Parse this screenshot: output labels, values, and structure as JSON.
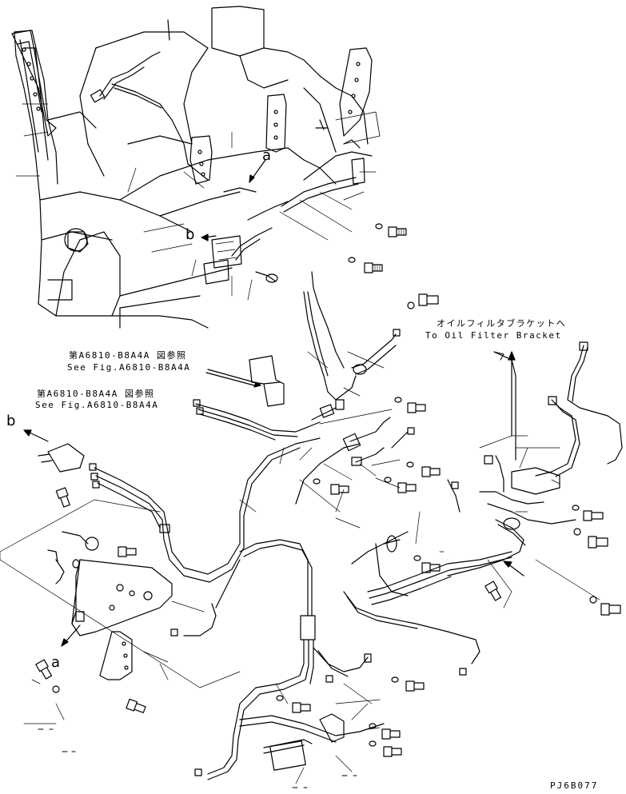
{
  "labels": {
    "ref_a6810_jp_1": "第A6810-B8A4A 図参照",
    "ref_a6810_en_1": "See Fig.A6810-B8A4A",
    "ref_a6810_jp_2": "第A6810-B8A4A 図参照",
    "ref_a6810_en_2": "See Fig.A6810-B8A4A",
    "oil_filter_jp": "オイルフィルタブラケットへ",
    "oil_filter_en": "To Oil Filter Bracket",
    "callout_a_top": "a",
    "callout_b_top": "b",
    "callout_b_left": "b",
    "callout_a_bottom": "a",
    "drawing_code": "PJ6B077"
  }
}
